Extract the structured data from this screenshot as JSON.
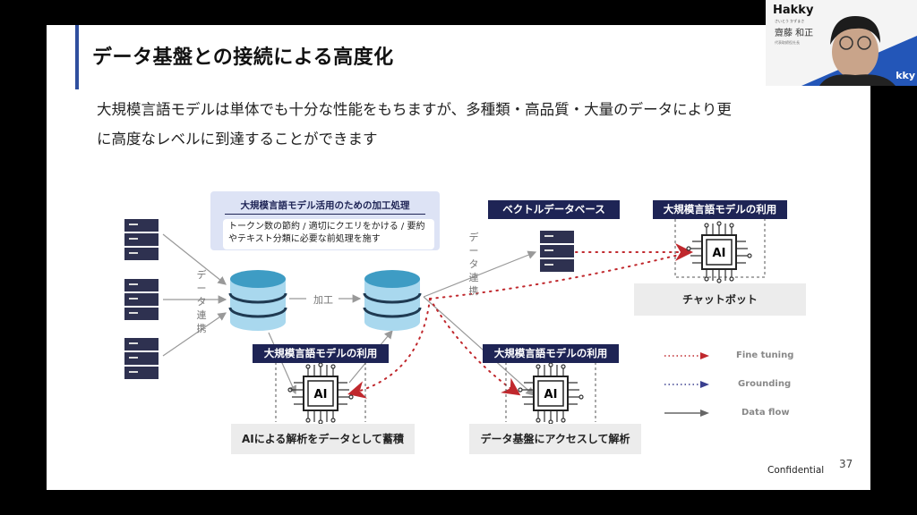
{
  "slide": {
    "title": "データ基盤との接続による高度化",
    "lead_line1": "大規模言語モデルは単体でも十分な性能をもちますが、多種類・高品質・大量のデータにより更",
    "lead_line2": "に高度なレベルに到達することができます",
    "processing_box": {
      "title": "大規模言語モデル活用のための加工処理",
      "body": "トークン数の節約 / 適切にクエリをかける / 要約やテキスト分類に必要な前処理を施す"
    },
    "data_link_label": "データ連携",
    "process_label": "加工",
    "vector_db_label": "ベクトルデータベース",
    "llm_use_label": "大規模言語モデルの利用",
    "ai_chip_text": "AI",
    "chatbot_label": "チャットボット",
    "accumulate_label": "AIによる解析をデータとして蓄積",
    "access_label": "データ基盤にアクセスして解析",
    "legend": [
      {
        "label": "Fine tuning",
        "color": "#c0282d",
        "style": "dotted"
      },
      {
        "label": "Grounding",
        "color": "#3a3f8f",
        "style": "dotted"
      },
      {
        "label": "Data flow",
        "color": "#666666",
        "style": "solid"
      }
    ],
    "confidential": "Confidential",
    "page_number": "37"
  },
  "colors": {
    "title_accent": "#2f4f9e",
    "navy": "#1e2455",
    "fine_tuning_red": "#c0282d",
    "db_blue": "#4aa3c8"
  },
  "camera": {
    "brand": "Hakky",
    "name_kana": "さいとう かずまさ",
    "name": "齋藤 和正",
    "role": "代表取締役社長",
    "brand_overlay": "kky"
  }
}
